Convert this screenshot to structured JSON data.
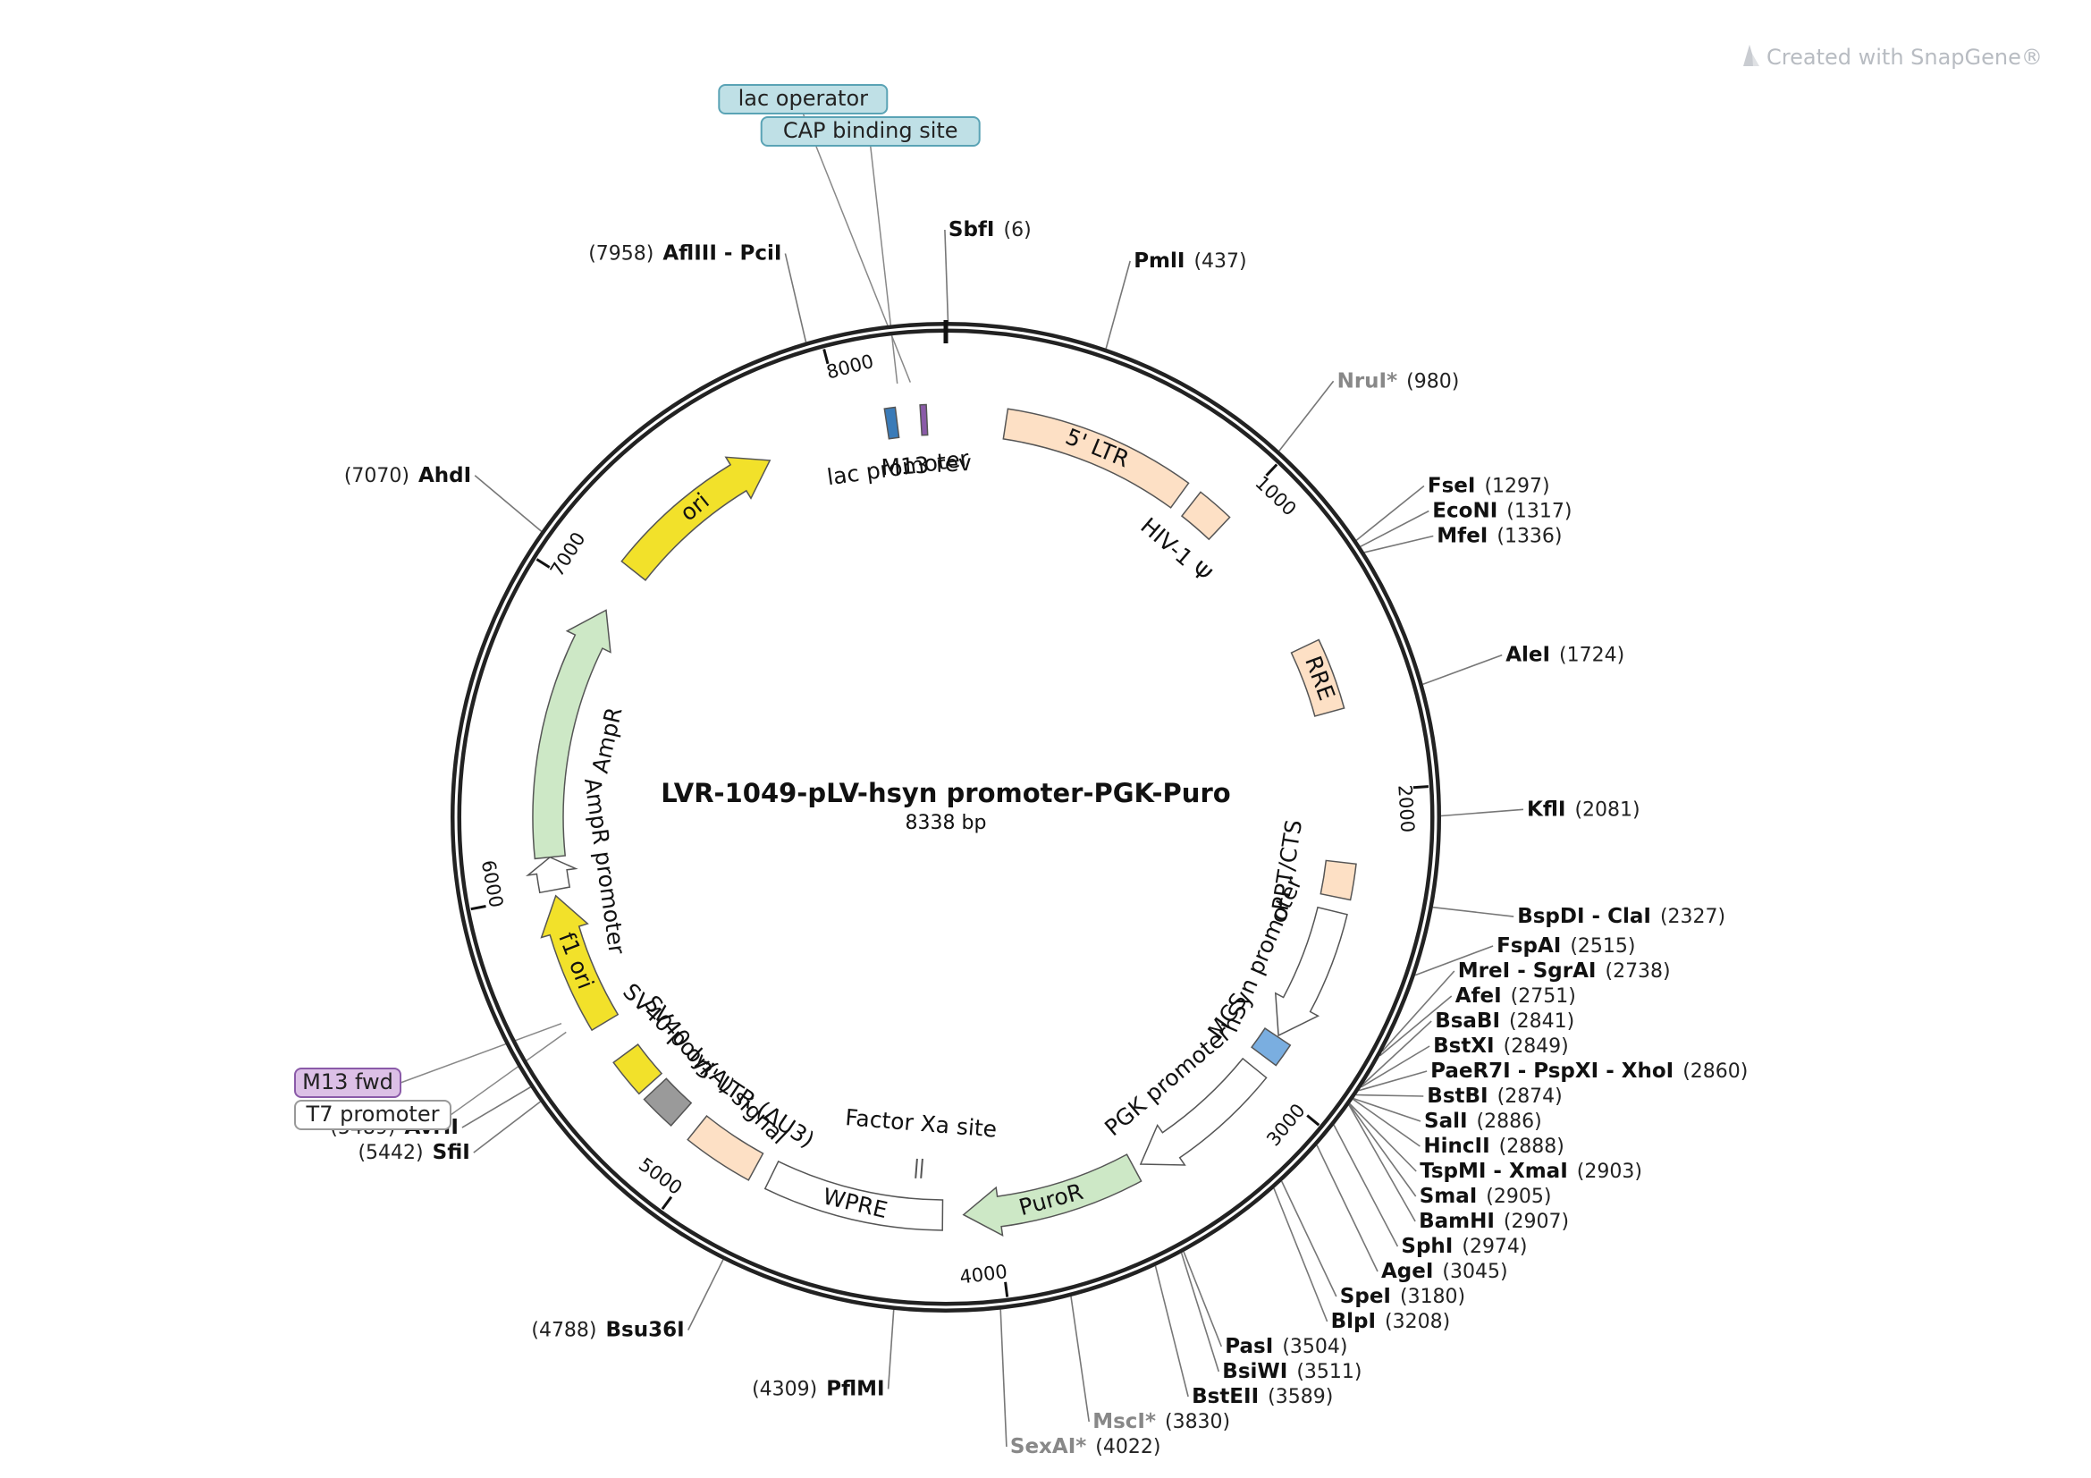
{
  "brand": {
    "text": "Created with SnapGene®"
  },
  "plasmid": {
    "name": "LVR-1049-pLV-hsyn promoter-PGK-Puro",
    "size": "8338 bp",
    "length": 8338
  },
  "ticks": [
    {
      "label": "1000",
      "pos": 1000
    },
    {
      "label": "2000",
      "pos": 2000
    },
    {
      "label": "3000",
      "pos": 3000
    },
    {
      "label": "4000",
      "pos": 4000
    },
    {
      "label": "5000",
      "pos": 5000
    },
    {
      "label": "6000",
      "pos": 6000
    },
    {
      "label": "7000",
      "pos": 7000
    },
    {
      "label": "8000",
      "pos": 8000
    }
  ],
  "enzymes": [
    {
      "name": "SbfI",
      "pos": "(6)",
      "site": 6
    },
    {
      "name": "PmlI",
      "pos": "(437)",
      "site": 437
    },
    {
      "name": "NruI*",
      "pos": "(980)",
      "site": 980,
      "faded": true
    },
    {
      "name": "FseI",
      "pos": "(1297)",
      "site": 1297
    },
    {
      "name": "EcoNI",
      "pos": "(1317)",
      "site": 1317
    },
    {
      "name": "MfeI",
      "pos": "(1336)",
      "site": 1336
    },
    {
      "name": "AleI",
      "pos": "(1724)",
      "site": 1724
    },
    {
      "name": "KflI",
      "pos": "(2081)",
      "site": 2081
    },
    {
      "name": "BspDI - ClaI",
      "pos": "(2327)",
      "site": 2327
    },
    {
      "name": "FspAI",
      "pos": "(2515)",
      "site": 2515
    },
    {
      "name": "MreI - SgrAI",
      "pos": "(2738)",
      "site": 2738
    },
    {
      "name": "AfeI",
      "pos": "(2751)",
      "site": 2751
    },
    {
      "name": "BsaBI",
      "pos": "(2841)",
      "site": 2841
    },
    {
      "name": "BstXI",
      "pos": "(2849)",
      "site": 2849
    },
    {
      "name": "PaeR7I - PspXI - XhoI",
      "pos": "(2860)",
      "site": 2860
    },
    {
      "name": "BstBI",
      "pos": "(2874)",
      "site": 2874
    },
    {
      "name": "SalI",
      "pos": "(2886)",
      "site": 2886
    },
    {
      "name": "HincII",
      "pos": "(2888)",
      "site": 2888
    },
    {
      "name": "TspMI - XmaI",
      "pos": "(2903)",
      "site": 2903
    },
    {
      "name": "SmaI",
      "pos": "(2905)",
      "site": 2905
    },
    {
      "name": "BamHI",
      "pos": "(2907)",
      "site": 2907
    },
    {
      "name": "SphI",
      "pos": "(2974)",
      "site": 2974
    },
    {
      "name": "AgeI",
      "pos": "(3045)",
      "site": 3045
    },
    {
      "name": "SpeI",
      "pos": "(3180)",
      "site": 3180
    },
    {
      "name": "BlpI",
      "pos": "(3208)",
      "site": 3208
    },
    {
      "name": "PasI",
      "pos": "(3504)",
      "site": 3504
    },
    {
      "name": "BsiWI",
      "pos": "(3511)",
      "site": 3511
    },
    {
      "name": "BstEII",
      "pos": "(3589)",
      "site": 3589
    },
    {
      "name": "MscI*",
      "pos": "(3830)",
      "site": 3830,
      "faded": true
    },
    {
      "name": "SexAI*",
      "pos": "(4022)",
      "site": 4022,
      "faded": true
    },
    {
      "name": "PflMI",
      "pos": "(4309)",
      "site": 4309
    },
    {
      "name": "Bsu36I",
      "pos": "(4788)",
      "site": 4788
    },
    {
      "name": "SfiI",
      "pos": "(5442)",
      "site": 5442
    },
    {
      "name": "AvrII",
      "pos": "(5489)",
      "site": 5489
    },
    {
      "name": "AhdI",
      "pos": "(7070)",
      "site": 7070
    },
    {
      "name": "AflIII - PciI",
      "pos": "(7958)",
      "site": 7958
    }
  ],
  "features": [
    {
      "name": "5' LTR",
      "start": 200,
      "end": 834,
      "color": "#fde0c5",
      "shape": "box",
      "label_mode": "inside"
    },
    {
      "name": "HIV-1 Ψ",
      "start": 882,
      "end": 1006,
      "color": "#fde0c5",
      "shape": "box",
      "label_mode": "below"
    },
    {
      "name": "RRE",
      "start": 1495,
      "end": 1730,
      "color": "#fde0c5",
      "shape": "box",
      "label_mode": "inside"
    },
    {
      "name": "cPPT/CTS",
      "start": 2235,
      "end": 2352,
      "color": "#fde0c5",
      "shape": "box",
      "label_mode": "side"
    },
    {
      "name": "hSyn promoter",
      "start": 2400,
      "end": 2855,
      "color": "#ffffff",
      "shape": "arrow",
      "label_mode": "side"
    },
    {
      "name": "MCS",
      "start": 2860,
      "end": 2940,
      "color": "#7aaee0",
      "shape": "box",
      "label_mode": "side"
    },
    {
      "name": "PGK promoter",
      "start": 2990,
      "end": 3490,
      "color": "#ffffff",
      "shape": "arrow",
      "label_mode": "side"
    },
    {
      "name": "PuroR",
      "start": 3515,
      "end": 4110,
      "color": "#cde8c6",
      "shape": "arrow",
      "label_mode": "inside"
    },
    {
      "name": "WPRE",
      "start": 4180,
      "end": 4770,
      "color": "#ffffff",
      "shape": "box",
      "label_mode": "inside"
    },
    {
      "name": "Factor Xa site",
      "start": 4270,
      "end": 4282,
      "color": "#ffffff",
      "shape": "site",
      "label_mode": "below"
    },
    {
      "name": "3' LTR (ΔU3)",
      "start": 4830,
      "end": 5065,
      "color": "#fde0c5",
      "shape": "box",
      "label_mode": "side"
    },
    {
      "name": "SV40 poly(A) signal",
      "start": 5135,
      "end": 5256,
      "color": "#9a9a9a",
      "shape": "box",
      "label_mode": "side"
    },
    {
      "name": "SV40 ori",
      "start": 5280,
      "end": 5410,
      "color": "#f2e12a",
      "shape": "box",
      "label_mode": "side"
    },
    {
      "name": "f1 ori",
      "start": 5535,
      "end": 5990,
      "color": "#f2e12a",
      "shape": "arrow",
      "label_mode": "inside"
    },
    {
      "name": "AmpR promoter",
      "start": 6010,
      "end": 6120,
      "color": "#ffffff",
      "shape": "arrow",
      "label_mode": "side"
    },
    {
      "name": "AmpR",
      "start": 6120,
      "end": 6980,
      "color": "#cde8c6",
      "shape": "arrow",
      "label_mode": "side"
    },
    {
      "name": "ori",
      "start": 7140,
      "end": 7730,
      "color": "#f2e12a",
      "shape": "arrow",
      "label_mode": "inside"
    },
    {
      "name": "lac promoter",
      "start": 8140,
      "end": 8175,
      "color": "#3a7bb8",
      "shape": "box",
      "label_mode": "below"
    },
    {
      "name": "M13 rev",
      "start": 8255,
      "end": 8275,
      "color": "#8a5aa8",
      "shape": "box",
      "label_mode": "below"
    }
  ],
  "callouts": [
    {
      "name": "lac operator",
      "site": 8230,
      "color": "#bfe0e6",
      "border": "#5aa3b5"
    },
    {
      "name": "CAP binding site",
      "site": 8190,
      "color": "#bfe0e6",
      "border": "#5aa3b5"
    },
    {
      "name": "M13 fwd",
      "site": 5600,
      "color": "#dcc0e6",
      "border": "#8a5aa8"
    },
    {
      "name": "T7 promoter",
      "site": 5570,
      "color": "#ffffff",
      "border": "#999999"
    }
  ]
}
